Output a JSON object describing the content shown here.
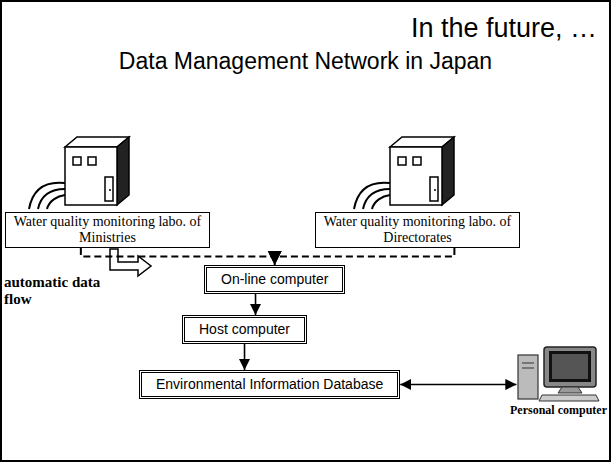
{
  "diagram": {
    "title": "Data Management Network in Japan",
    "nodes": [
      {
        "text": [
          "Water quality monitoring labo. of Ministries"
        ]
      },
      {
        "text": [
          "Water quality monitoring labo. of Directorates"
        ]
      },
      {
        "text": [
          "On-line computer"
        ]
      },
      {
        "text": [
          "Host computer"
        ]
      },
      {
        "text": [
          "Environmental Information Database"
        ]
      },
      {
        "text": [
          "Personal computer"
        ]
      }
    ],
    "edges": [
      {
        "from": 0,
        "to": 2,
        "arrow": "to"
      },
      {
        "from": 1,
        "to": 2,
        "arrow": "to"
      },
      {
        "from": 2,
        "to": 3,
        "arrow": "to"
      },
      {
        "from": 3,
        "to": 4,
        "arrow": "to"
      },
      {
        "from": 4,
        "to": 5,
        "arrow": "both"
      }
    ],
    "labels": [
      "In the future, …",
      "automatic data flow"
    ]
  }
}
